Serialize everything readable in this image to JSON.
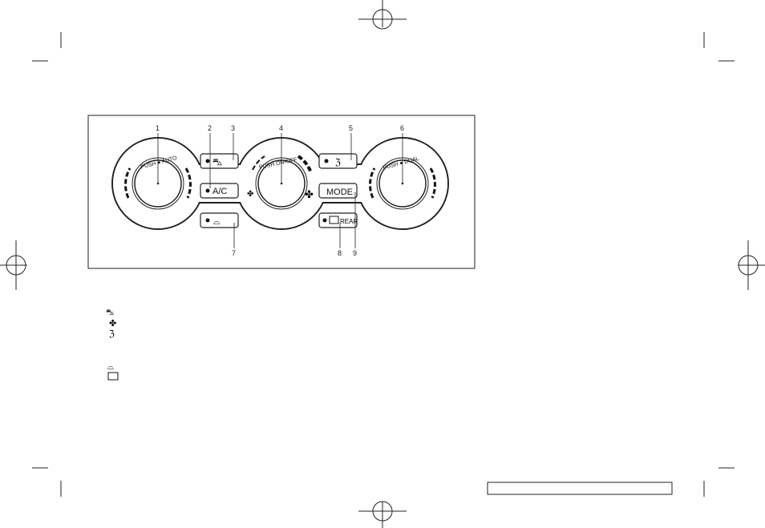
{
  "figure": {
    "callouts": [
      "1",
      "2",
      "3",
      "4",
      "5",
      "6",
      "7",
      "8",
      "9"
    ],
    "knob_left_label": "PUSH ● AUTO",
    "knob_center_label": "PUSH ON•OFF",
    "knob_right_label": "PUSH ● DUAL",
    "ac_button": "A/C",
    "mode_button": "MODE",
    "rear_defrost_label": "REAR"
  },
  "legend_icons": [
    "air-recirculation-icon",
    "fan-icon",
    "air-intake-icon",
    "front-defroster-icon",
    "rear-defroster-icon"
  ],
  "colors": {
    "ink": "#1a1a1a",
    "background": "#ffffff"
  }
}
